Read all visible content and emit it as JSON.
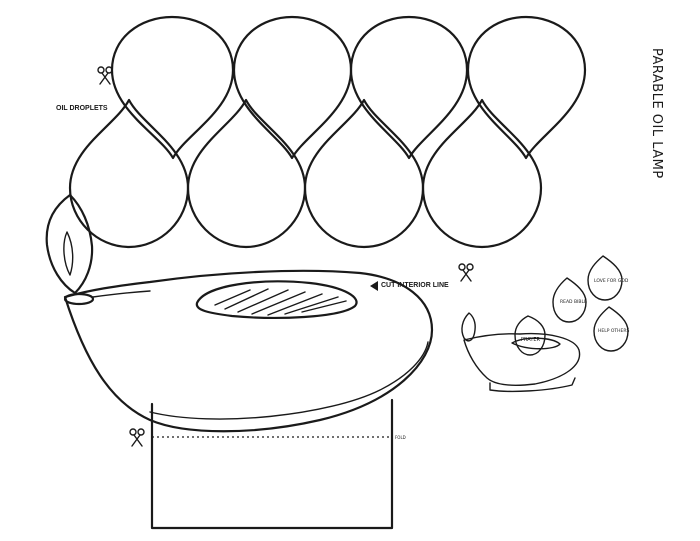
{
  "title": "PARABLE OIL LAMP",
  "labels": {
    "oil_droplets": "OIL DROPLETS",
    "cut_interior_line": "CUT INTERIOR LINE",
    "fold": "FOLD"
  },
  "preview": {
    "flame_label": "PRAYER",
    "droplets": [
      "LOVE FOR GOD",
      "READ BIBLE",
      "HELP OTHERS"
    ]
  },
  "icons": [
    "scissors-icon",
    "arrow-icon"
  ]
}
